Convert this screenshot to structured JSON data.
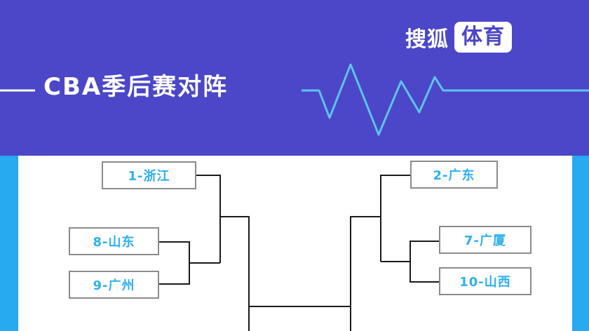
{
  "header": {
    "title": "CBA季后赛对阵",
    "brand_name": "搜狐",
    "brand_tag": "体育"
  },
  "bracket": {
    "left": [
      {
        "seed": "1",
        "name": "浙江",
        "label": "1-浙江"
      },
      {
        "seed": "8",
        "name": "山东",
        "label": "8-山东"
      },
      {
        "seed": "9",
        "name": "广州",
        "label": "9-广州"
      }
    ],
    "right": [
      {
        "seed": "2",
        "name": "广东",
        "label": "2-广东"
      },
      {
        "seed": "7",
        "name": "广厦",
        "label": "7-广厦"
      },
      {
        "seed": "10",
        "name": "山西",
        "label": "10-山西"
      }
    ]
  },
  "colors": {
    "banner": "#4b47c8",
    "pulse_line": "#5ec4f0",
    "side_bars": "#28aaf0",
    "team_text": "#2fb0ee",
    "bracket_line": "#1a1a1a"
  }
}
